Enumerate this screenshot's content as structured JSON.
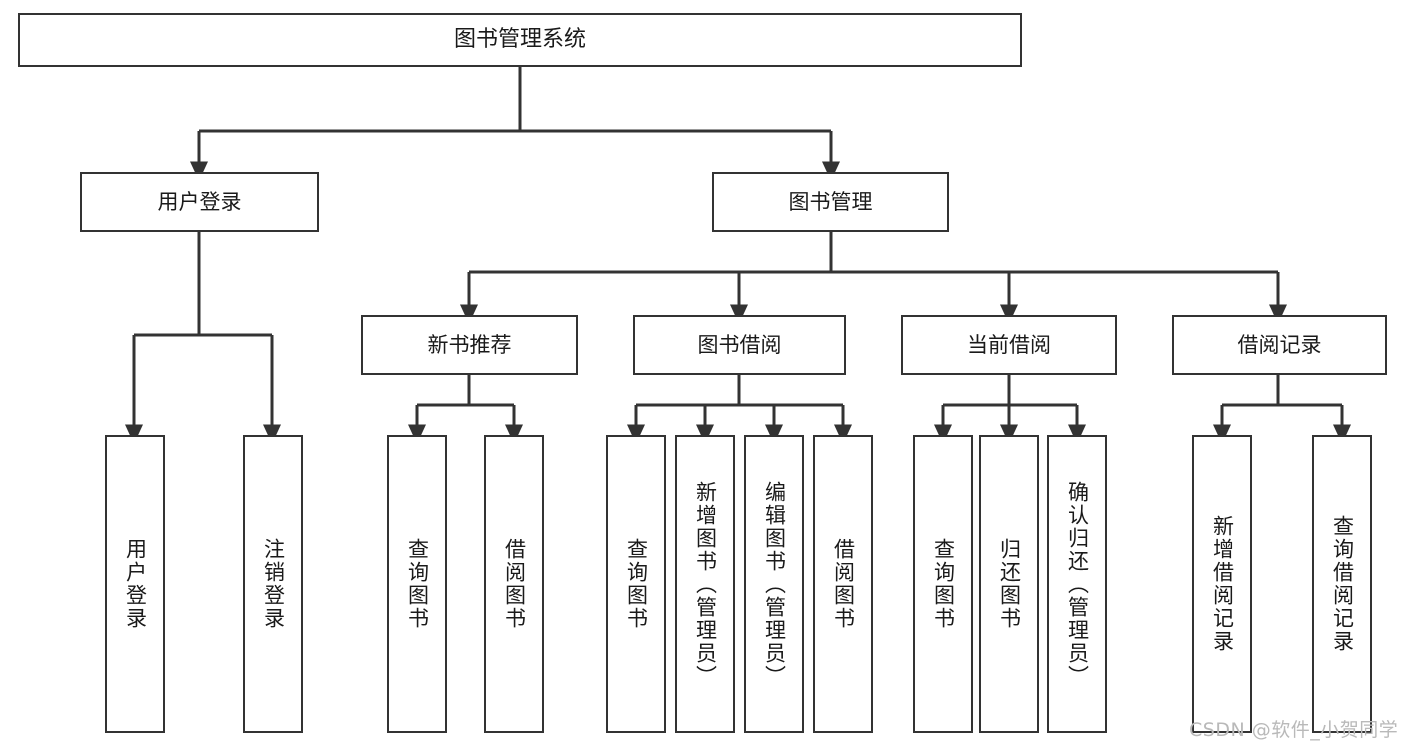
{
  "diagram": {
    "title": "图书管理系统",
    "watermark": "CSDN @软件_小贺同学",
    "colors": {
      "background": "#ffffff",
      "stroke": "#333333",
      "text": "#1a1a1a",
      "watermark": "#b9b9b9"
    },
    "nodes": {
      "root": {
        "label": "图书管理系统"
      },
      "level2": [
        {
          "id": "user-login",
          "label": "用户登录"
        },
        {
          "id": "book-manage",
          "label": "图书管理"
        }
      ],
      "level3": [
        {
          "id": "new-book-recommend",
          "label": "新书推荐"
        },
        {
          "id": "book-borrow",
          "label": "图书借阅"
        },
        {
          "id": "current-borrow",
          "label": "当前借阅"
        },
        {
          "id": "borrow-record",
          "label": "借阅记录"
        }
      ],
      "leaves": {
        "user_login": [
          {
            "id": "leaf-user-login",
            "label": "用户登录"
          },
          {
            "id": "leaf-logout",
            "label": "注销登录"
          }
        ],
        "new_book_recommend": [
          {
            "id": "leaf-query-book-1",
            "label": "查询图书"
          },
          {
            "id": "leaf-borrow-book-1",
            "label": "借阅图书"
          }
        ],
        "book_borrow": [
          {
            "id": "leaf-query-book-2",
            "label": "查询图书"
          },
          {
            "id": "leaf-add-book",
            "label": "新增图书（管理员）"
          },
          {
            "id": "leaf-edit-book",
            "label": "编辑图书（管理员）"
          },
          {
            "id": "leaf-borrow-book-2",
            "label": "借阅图书"
          }
        ],
        "current_borrow": [
          {
            "id": "leaf-query-book-3",
            "label": "查询图书"
          },
          {
            "id": "leaf-return-book",
            "label": "归还图书"
          },
          {
            "id": "leaf-confirm-return",
            "label": "确认归还（管理员）"
          }
        ],
        "borrow_record": [
          {
            "id": "leaf-add-record",
            "label": "新增借阅记录"
          },
          {
            "id": "leaf-query-record",
            "label": "查询借阅记录"
          }
        ]
      }
    }
  }
}
